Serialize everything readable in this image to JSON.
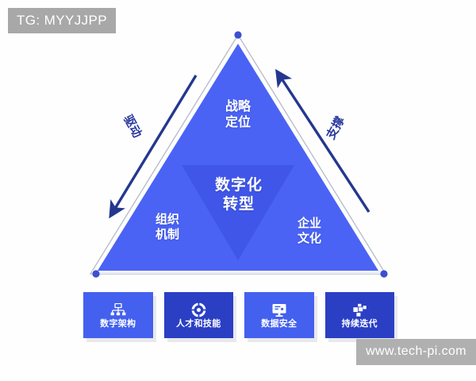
{
  "overlays": {
    "tag_label": "TG: MYYJJPP",
    "watermark": "www.tech-pi.com"
  },
  "diagram": {
    "title_center": "数字化\n转型",
    "apex_label": "战略\n定位",
    "bottom_left_label": "组织\n机制",
    "bottom_right_label": "企业\n文化",
    "arrows": [
      {
        "name": "drive",
        "label": "驱动",
        "direction": "down-left"
      },
      {
        "name": "support",
        "label": "支撑",
        "direction": "up-right"
      }
    ],
    "colors": {
      "outer_triangle": "#4a63f5",
      "inner_triangle": "#3f56e8",
      "triangle_outline": "#b9bec9",
      "vertex_dot": "#3b4fd1",
      "arrow": "#24378f",
      "card_light": "#4360ef",
      "card_dark": "#2a3fc4",
      "card_shadow": "#e9e9ec",
      "chip_background": "#a8a8a8"
    }
  },
  "pillars": [
    {
      "label": "数字架构",
      "icon": "sitemap-icon",
      "shade": "shade-light"
    },
    {
      "label": "人才和技能",
      "icon": "target-icon",
      "shade": "shade-dark"
    },
    {
      "label": "数据安全",
      "icon": "monitor-icon",
      "shade": "shade-light"
    },
    {
      "label": "持续迭代",
      "icon": "puzzle-icon",
      "shade": "shade-dark"
    }
  ]
}
